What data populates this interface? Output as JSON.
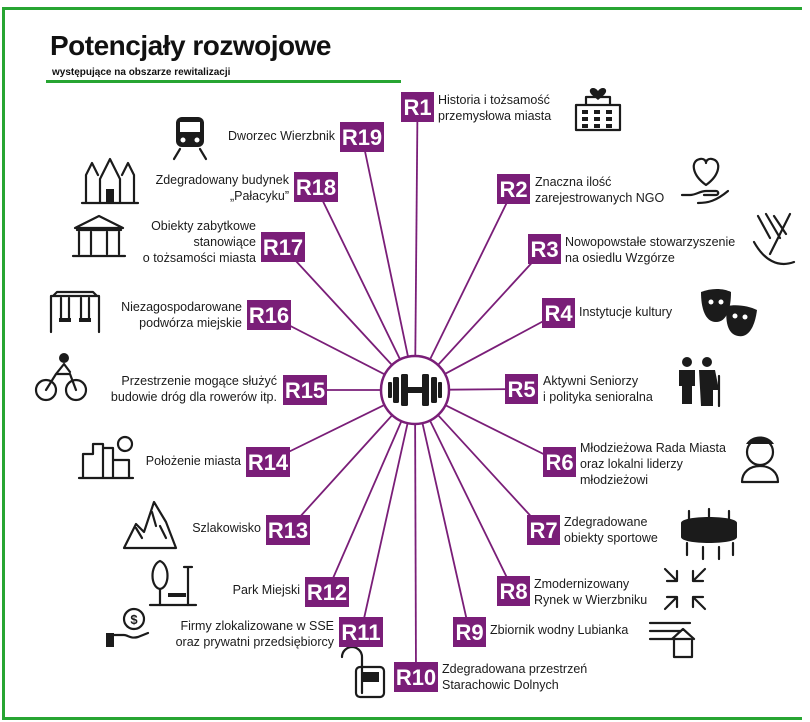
{
  "header": {
    "title": "Potencjały rozwojowe",
    "subtitle": "występujące na obszarze rewitalizacji"
  },
  "colors": {
    "accent_green": "#27a532",
    "badge_purple": "#7a1e78",
    "line_purple": "#7a1e78"
  },
  "center_icon": "dumbbell-icon",
  "items": [
    {
      "id": "R1",
      "label": [
        "Historia i tożsamość",
        "przemysłowa miasta"
      ],
      "icon": "heart-building-icon"
    },
    {
      "id": "R2",
      "label": [
        "Znaczna ilość",
        "zarejestrowanych NGO"
      ],
      "icon": "heart-hand-icon"
    },
    {
      "id": "R3",
      "label": [
        "Nowopowstałe stowarzyszenie",
        "na osiedlu Wzgórze"
      ],
      "icon": "handshake-icon"
    },
    {
      "id": "R4",
      "label": [
        "Instytucje kultury"
      ],
      "icon": "theater-masks-icon"
    },
    {
      "id": "R5",
      "label": [
        "Aktywni Seniorzy",
        "i polityka senioralna"
      ],
      "icon": "seniors-icon"
    },
    {
      "id": "R6",
      "label": [
        "Młodzieżowa Rada Miasta",
        "oraz lokalni liderzy",
        "młodzieżowi"
      ],
      "icon": "young-person-icon"
    },
    {
      "id": "R7",
      "label": [
        "Zdegradowane",
        "obiekty sportowe"
      ],
      "icon": "stadium-icon"
    },
    {
      "id": "R8",
      "label": [
        "Zmodernizowany",
        "Rynek w Wierzbniku"
      ],
      "icon": "square-arrows-icon"
    },
    {
      "id": "R9",
      "label": [
        "Zbiornik wodny Lubianka"
      ],
      "icon": "lake-icon"
    },
    {
      "id": "R10",
      "label": [
        "Zdegradowana przestrzeń",
        "Starachowic Dolnych"
      ],
      "icon": "bus-stop-icon"
    },
    {
      "id": "R11",
      "label": [
        "Firmy zlokalizowane w SSE",
        "oraz prywatni przedsiębiorcy"
      ],
      "icon": "money-hand-icon"
    },
    {
      "id": "R12",
      "label": [
        "Park Miejski"
      ],
      "icon": "park-icon"
    },
    {
      "id": "R13",
      "label": [
        "Szlakowisko"
      ],
      "icon": "slag-heap-icon"
    },
    {
      "id": "R14",
      "label": [
        "Położenie miasta"
      ],
      "icon": "city-icon"
    },
    {
      "id": "R15",
      "label": [
        "Przestrzenie mogące służyć",
        "budowie dróg dla rowerów itp."
      ],
      "icon": "cyclist-icon"
    },
    {
      "id": "R16",
      "label": [
        "Niezagospodarowane",
        "podwórza miejskie"
      ],
      "icon": "swings-icon"
    },
    {
      "id": "R17",
      "label": [
        "Obiekty zabytkowe",
        "stanowiące",
        "o tożsamości miasta"
      ],
      "icon": "monument-icon"
    },
    {
      "id": "R18",
      "label": [
        "Zdegradowany budynek",
        "„Pałacyku”"
      ],
      "icon": "palace-icon"
    },
    {
      "id": "R19",
      "label": [
        "Dworzec Wierzbnik"
      ],
      "icon": "train-icon"
    }
  ]
}
